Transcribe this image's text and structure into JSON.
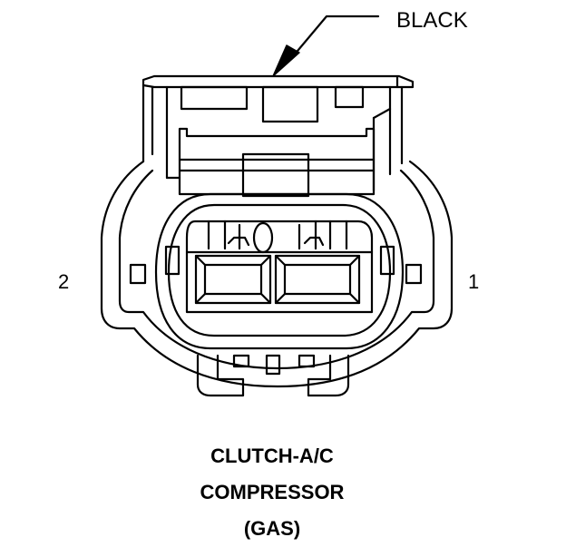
{
  "callout": {
    "label": "BLACK"
  },
  "pins": {
    "left": "2",
    "right": "1"
  },
  "caption": {
    "line1": "CLUTCH-A/C",
    "line2": "COMPRESSOR",
    "line3": "(GAS)"
  },
  "colors": {
    "stroke": "#000000",
    "background": "#ffffff"
  }
}
